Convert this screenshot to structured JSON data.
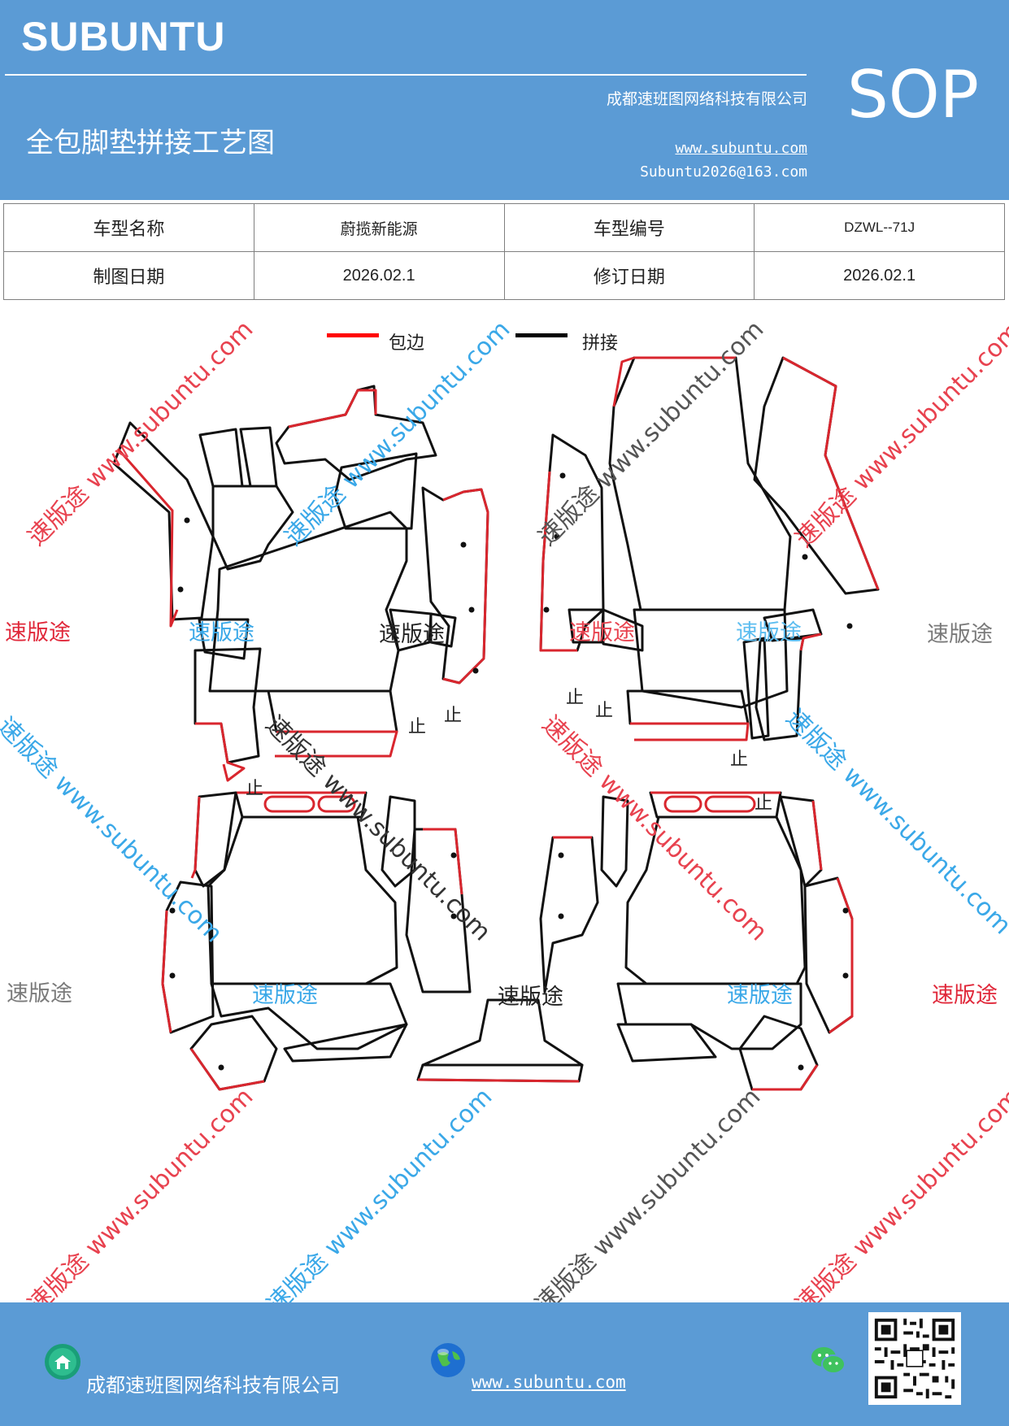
{
  "header": {
    "brand": "SUBUNTU",
    "title": "全包脚垫拼接工艺图",
    "company": "成都速班图网络科技有限公司",
    "url": "www.subuntu.com",
    "email": "Subuntu2026@163.com",
    "badge": "SOP"
  },
  "info_table": {
    "model_name_label": "车型名称",
    "model_name": "蔚揽新能源",
    "model_code_label": "车型编号",
    "model_code": "DZWL--71J",
    "draw_date_label": "制图日期",
    "draw_date": "2026.02.1",
    "revision_date_label": "修订日期",
    "revision_date": "2026.02.1"
  },
  "legend": {
    "edge_label": "包边",
    "edge_color": "#ff0000",
    "join_label": "拼接",
    "join_color": "#000000"
  },
  "watermarks": {
    "brand": "速版途",
    "diagonal": "速版途 www.subuntu.com",
    "part_mark": "止"
  },
  "footer": {
    "company": "成都速班图网络科技有限公司",
    "url": "www.subuntu.com"
  },
  "colors": {
    "header_bg": "#5b9bd5",
    "edge_red": "#d9262e",
    "watermark_red": "#e0283a",
    "watermark_blue": "#3aa8e8",
    "watermark_gray": "#7a7a7a"
  }
}
